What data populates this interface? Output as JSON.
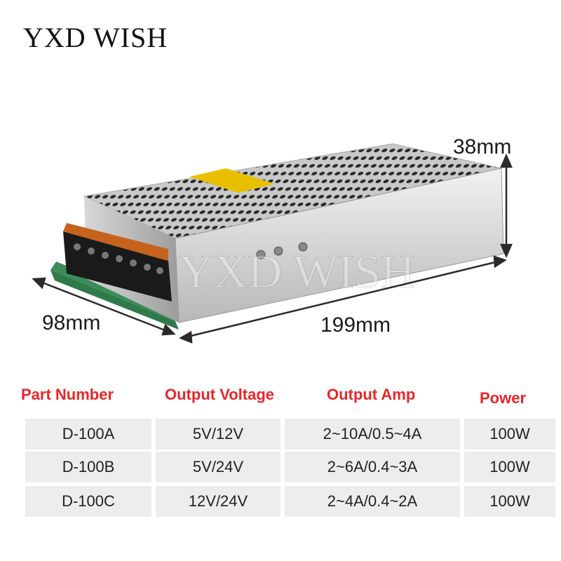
{
  "brand": "YXD WISH",
  "watermark": "YXD WISH",
  "dimensions": {
    "height": "38mm",
    "depth": "98mm",
    "width": "199mm"
  },
  "table": {
    "headers": [
      "Part Number",
      "Output Voltage",
      "Output Amp",
      "Power"
    ],
    "rows": [
      [
        "D-100A",
        "5V/12V",
        "2~10A/0.5~4A",
        "100W"
      ],
      [
        "D-100B",
        "5V/24V",
        "2~6A/0.4~3A",
        "100W"
      ],
      [
        "D-100C",
        "12V/24V",
        "2~4A/0.4~2A",
        "100W"
      ]
    ]
  },
  "colors": {
    "header_text": "#e8262b",
    "cell_bg": "#ededed"
  }
}
